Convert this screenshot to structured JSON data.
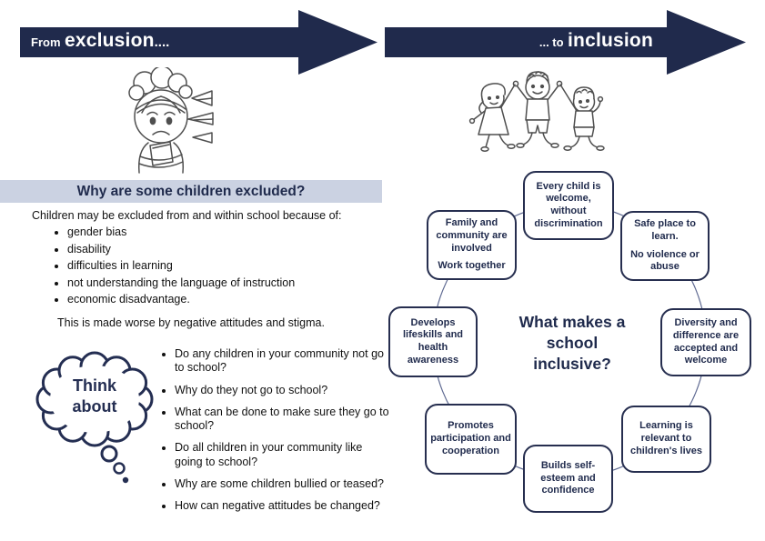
{
  "colors": {
    "navy": "#202a4c",
    "heading_band_bg": "#cbd2e2",
    "connector_ring": "#5f6a92",
    "body_text": "#111111",
    "illustration_stroke": "#4f4f4f"
  },
  "arrows": {
    "left": {
      "prefix": "From",
      "emphasis": "exclusion",
      "suffix": "...."
    },
    "right": {
      "prefix": "... to",
      "emphasis": "inclusion"
    }
  },
  "illustrations": {
    "left": "excluded-child-drawing",
    "right": "children-holding-hands-drawing",
    "think": "thought-bubble"
  },
  "exclusion_section": {
    "heading": "Why are some children excluded?",
    "intro": "Children may be excluded from and within school because of:",
    "reasons": [
      "gender bias",
      "disability",
      "difficulties in learning",
      "not understanding the language of instruction",
      "economic disadvantage."
    ],
    "note": "This is made worse by negative attitudes and stigma.",
    "think_bubble": {
      "line1": "Think",
      "line2": "about"
    },
    "questions": [
      "Do any children in your community not go to school?",
      "Why do they not go to school?",
      "What can be done to make sure they go to school?",
      "Do all children in your community like going to school?",
      "Why are some children bullied or teased?",
      "How can negative attitudes be changed?"
    ]
  },
  "inclusion_diagram": {
    "center_question": "What makes a school inclusive?",
    "nodes": [
      {
        "id": "every-child-welcome",
        "lines": [
          "Every child is welcome, without discrimination"
        ]
      },
      {
        "id": "safe-place",
        "lines": [
          "Safe place to learn.",
          "No violence or abuse"
        ]
      },
      {
        "id": "diversity-welcome",
        "lines": [
          "Diversity and difference are accepted and welcome"
        ]
      },
      {
        "id": "learning-relevant",
        "lines": [
          "Learning is relevant to children's lives"
        ]
      },
      {
        "id": "self-esteem",
        "lines": [
          "Builds self-esteem and confidence"
        ]
      },
      {
        "id": "participation",
        "lines": [
          "Promotes participation and cooperation"
        ]
      },
      {
        "id": "lifeskills",
        "lines": [
          "Develops lifeskills and health awareness"
        ]
      },
      {
        "id": "family-community",
        "lines": [
          "Family and community are involved",
          "Work together"
        ]
      }
    ]
  }
}
